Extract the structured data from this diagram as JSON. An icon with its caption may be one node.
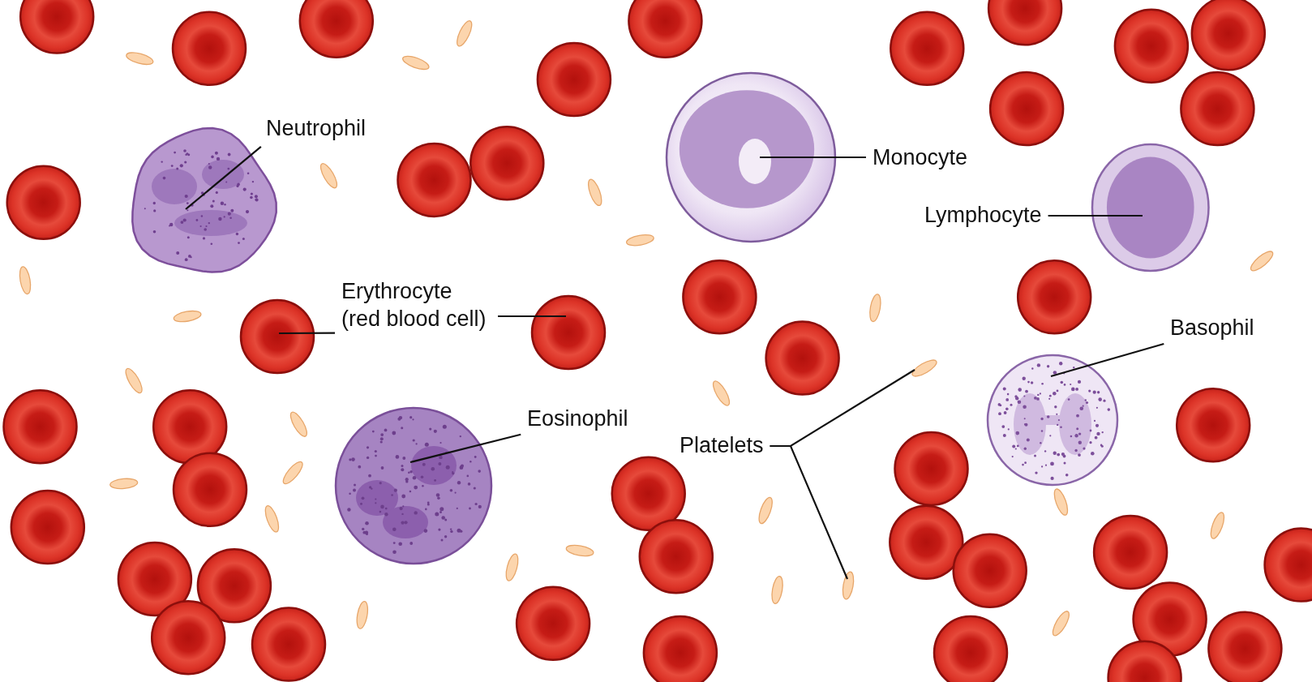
{
  "diagram": {
    "nodes": [
      {
        "text": [
          "Neutrophil"
        ]
      },
      {
        "text": [],
        "shape": "picture"
      },
      {
        "text": [
          "Monocyte"
        ]
      },
      {
        "text": [],
        "shape": "picture"
      },
      {
        "text": [
          "Lymphocyte"
        ]
      },
      {
        "text": [],
        "shape": "picture"
      },
      {
        "text": [
          "Erythrocyte (red blood cell)"
        ]
      },
      {
        "text": [],
        "shape": "picture"
      },
      {
        "text": [],
        "shape": "picture"
      },
      {
        "text": [
          "Basophil"
        ]
      },
      {
        "text": [],
        "shape": "picture"
      },
      {
        "text": [
          "Eosinophil"
        ]
      },
      {
        "text": [],
        "shape": "picture"
      },
      {
        "text": [
          "Platelets"
        ]
      },
      {
        "text": [],
        "shape": "ellipse"
      },
      {
        "text": [],
        "shape": "ellipse"
      }
    ],
    "edges": [
      {
        "from": 0,
        "to": 1,
        "arrow": "none"
      },
      {
        "from": 2,
        "to": 3,
        "arrow": "none"
      },
      {
        "from": 4,
        "to": 5,
        "arrow": "none"
      },
      {
        "from": 6,
        "to": 7,
        "arrow": "none"
      },
      {
        "from": 6,
        "to": 8,
        "arrow": "none"
      },
      {
        "from": 9,
        "to": 10,
        "arrow": "none"
      },
      {
        "from": 11,
        "to": 12,
        "arrow": "none"
      },
      {
        "from": 13,
        "to": 14,
        "arrow": "none"
      },
      {
        "from": 13,
        "to": 15,
        "arrow": "none"
      }
    ]
  }
}
